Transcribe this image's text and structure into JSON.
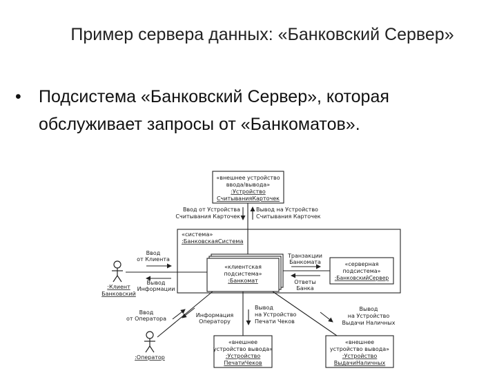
{
  "slide": {
    "title": "Пример сервера данных: «Банковский Сервер»",
    "bullet_marker": "•",
    "bullet_text": "Подсистема «Банковский Сервер», которая обслуживает запросы от «Банкоматов»."
  },
  "diagram": {
    "card_reader_device": [
      "«внешнее устройство",
      "ввода/вывода»",
      ":Устройство",
      "СчитыванияКарточек"
    ],
    "flow_from_card_reader": [
      "Ввод от Устройства",
      "Считывания Карточек"
    ],
    "flow_to_card_reader": [
      "Вывод на Устройство",
      "Считывания Карточек"
    ],
    "system_frame": [
      "«система»",
      ":БанковскаяСистема"
    ],
    "client_input": [
      "Ввод",
      "от Клиента"
    ],
    "client_output": [
      "Вывод",
      "Информации"
    ],
    "client_actor": [
      ":Клиент",
      "Банковский"
    ],
    "atm_subsystem": [
      "«клиентская",
      "подсистема»",
      ":Банкомат"
    ],
    "transactions": [
      "Транзакции",
      "Банкомата"
    ],
    "bank_responses": [
      "Ответы",
      "Банка"
    ],
    "server_subsystem": [
      "«серверная",
      "подсистема»",
      ":БанковскийСервер"
    ],
    "operator_input": [
      "Ввод",
      "от Оператора"
    ],
    "operator_info": [
      "Информация",
      "Оператору"
    ],
    "operator_actor": [
      ":Оператор"
    ],
    "flow_to_printer": [
      "Вывод",
      "на Устройство",
      "Печати Чеков"
    ],
    "flow_to_dispenser": [
      "Вывод",
      "на Устройство",
      "Выдачи Наличных"
    ],
    "printer_device": [
      "«внешнее",
      "устройство вывода»",
      ":Устройство",
      "ПечатиЧеков"
    ],
    "dispenser_device": [
      "«внешнее",
      "устройство вывода»",
      ":Устройство",
      "ВыдачиНаличных"
    ]
  }
}
